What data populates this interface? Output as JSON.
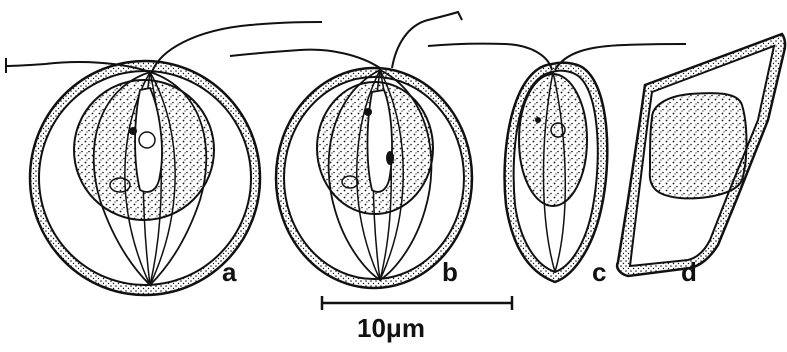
{
  "panels": {
    "a": "a",
    "b": "b",
    "c": "c",
    "d": "d"
  },
  "scale_bar": {
    "label": "10μm"
  }
}
